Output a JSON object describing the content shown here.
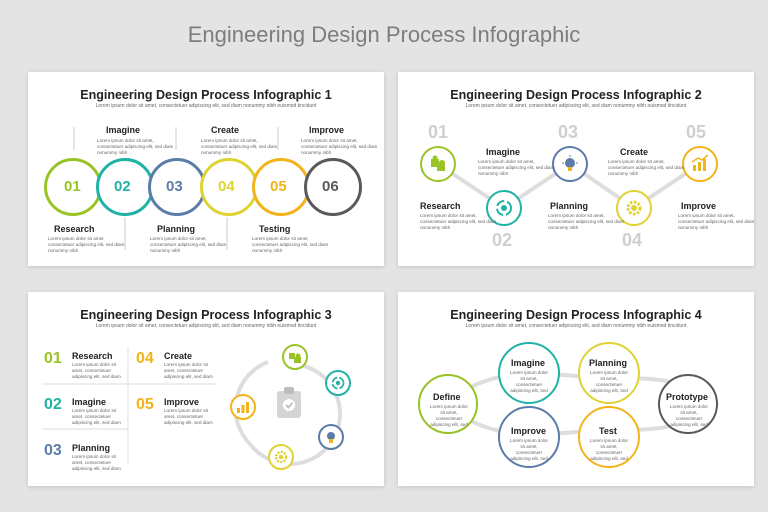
{
  "page_title": "Engineering Design Process Infographic",
  "colors": {
    "green": "#9ac328",
    "teal": "#21b2a6",
    "blue": "#5b7ca8",
    "yellow": "#dfd233",
    "orange": "#f2b31b",
    "dark": "#5a5a5a"
  },
  "lorem_sub": "Lorem ipsum dolor sit amet, consectetuer adipiscing elit, sed diam nonummy nibh euismod tincidunt",
  "lorem": "Lorem ipsum dolor sit amet, consectetuer adipiscing elit, sed diam nonummy nibh",
  "lorem_short": "Lorem ipsum dolor sit amet, consectetuer adipiscing elit, sed diam",
  "lorem_c4": "Lorem ipsum dolor sit amet, consectetuer adipiscing elit, sed",
  "card1": {
    "title": "Engineering Design Process Infographic 1",
    "numbers": [
      "01",
      "02",
      "03",
      "04",
      "05",
      "06"
    ],
    "top": [
      "Imagine",
      "Create",
      "Improve"
    ],
    "bottom": [
      "Research",
      "Planning",
      "Testing"
    ]
  },
  "card2": {
    "title": "Engineering Design Process Infographic 2",
    "numbers": [
      "01",
      "02",
      "03",
      "04",
      "05"
    ],
    "labels": [
      "Research",
      "Imagine",
      "Planning",
      "Create",
      "Improve"
    ],
    "icons": [
      "puzzle-icon",
      "cycle-icon",
      "lightbulb-icon",
      "gear-icon",
      "chart-icon"
    ]
  },
  "card3": {
    "title": "Engineering Design Process Infographic 3",
    "numbers": [
      "01",
      "02",
      "03",
      "04",
      "05"
    ],
    "labels": [
      "Research",
      "Imagine",
      "Planning",
      "Create",
      "Improve"
    ],
    "icons": [
      "puzzle-icon",
      "cycle-icon",
      "lightbulb-icon",
      "gear-icon",
      "chart-icon",
      "clipboard-icon"
    ]
  },
  "card4": {
    "title": "Engineering Design Process Infographic 4",
    "labels": [
      "Define",
      "Imagine",
      "Planning",
      "Prototype",
      "Improve",
      "Test"
    ]
  }
}
